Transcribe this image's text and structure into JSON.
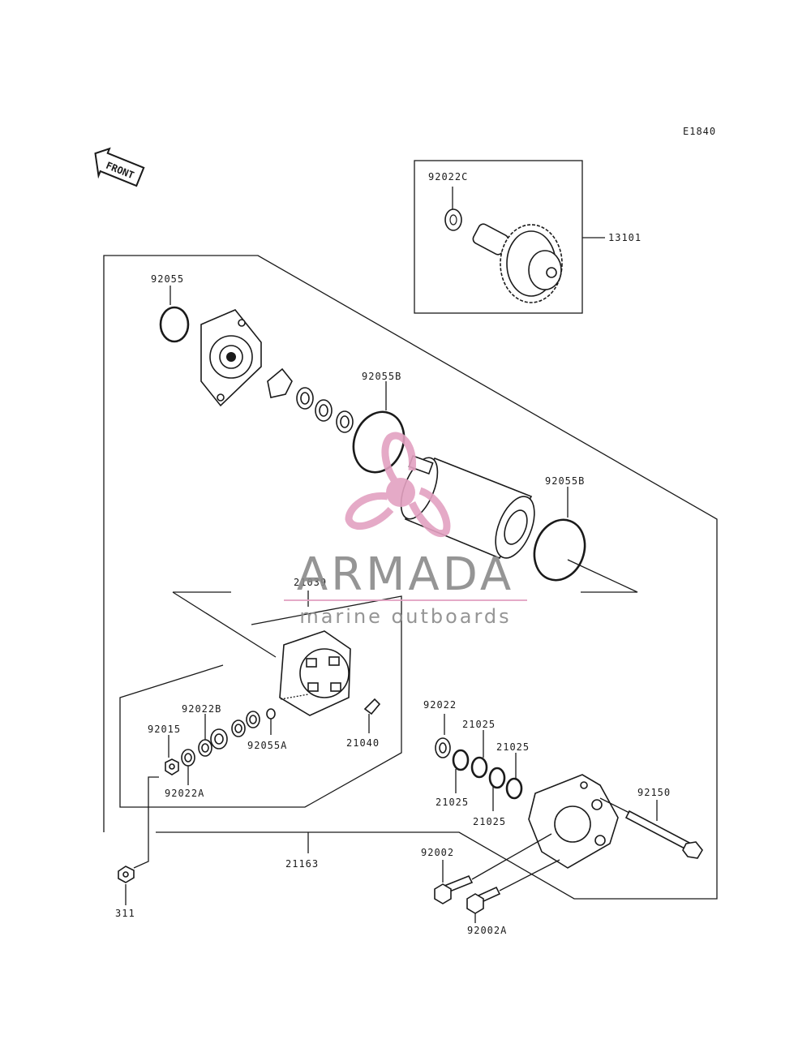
{
  "diagram_code": "E1840",
  "front_label": "FRONT",
  "watermark": {
    "brand": "ARMADA",
    "tagline": "marine outboards",
    "text_color": "#8a8a8a",
    "accent_color": "#e3a1c1"
  },
  "parts": {
    "p13101": "13101",
    "p92022C": "92022C",
    "p92055": "92055",
    "p92055B_1": "92055B",
    "p92055B_2": "92055B",
    "p21039": "21039",
    "p92022B": "92022B",
    "p92015": "92015",
    "p92022A": "92022A",
    "p92055A": "92055A",
    "p21040": "21040",
    "p92022": "92022",
    "p21025_1": "21025",
    "p21025_2": "21025",
    "p21025_3": "21025",
    "p21025_4": "21025",
    "p92150": "92150",
    "p21163": "21163",
    "p92002": "92002",
    "p92002A": "92002A",
    "p311": "311"
  }
}
